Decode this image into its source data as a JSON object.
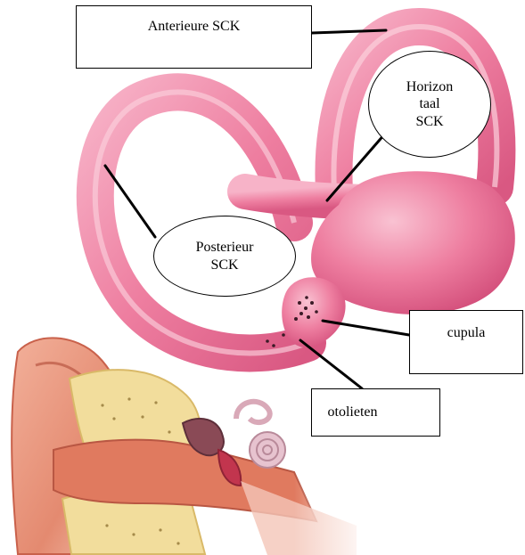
{
  "labels": {
    "anterior": "Anterieure SCK",
    "horizontal": "Horizon\ntaal\nSCK",
    "posterior": "Posterieur\nSCK",
    "cupula": "cupula",
    "otolieten": "otolieten"
  },
  "colors": {
    "canal_pink": "#ee7ea0",
    "canal_light": "#f8b8cc",
    "canal_dark": "#d95882",
    "ear_skin": "#e9937a",
    "ear_skin_dark": "#c9614b",
    "bone_yellow": "#f2dd9c",
    "background": "#ffffff",
    "line": "#000000"
  }
}
